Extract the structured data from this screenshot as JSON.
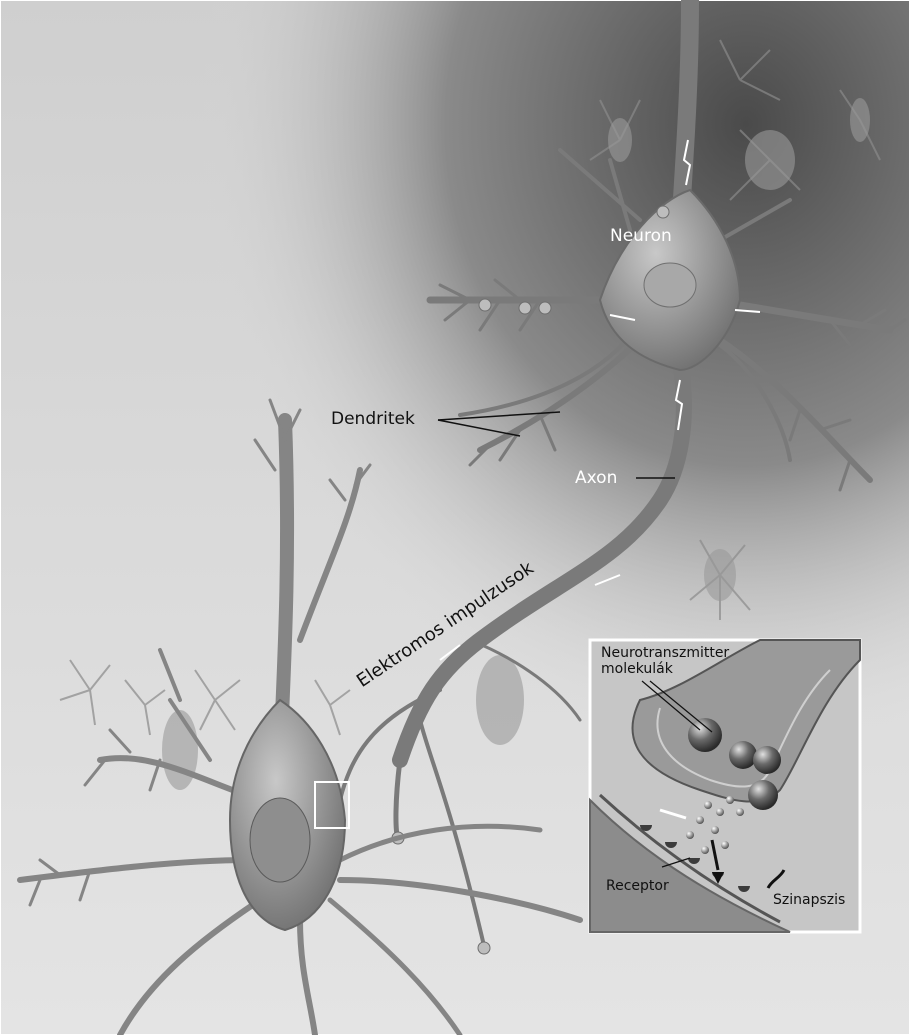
{
  "labels": {
    "neuron": "Neuron",
    "dendrites": "Dendritek",
    "axon": "Axon",
    "impulses": "Elektromos impulzusok"
  },
  "inset": {
    "neurotransmitter_line1": "Neurotranszmitter",
    "neurotransmitter_line2": "molekulák",
    "receptor": "Receptor",
    "synapse": "Szinapszis"
  },
  "colors": {
    "background": "#d9d9d9",
    "dark_texture": "#4a4a4a",
    "neuron_fill": "#9a9a9a",
    "label_dark": "#111111",
    "label_light": "#ffffff"
  }
}
